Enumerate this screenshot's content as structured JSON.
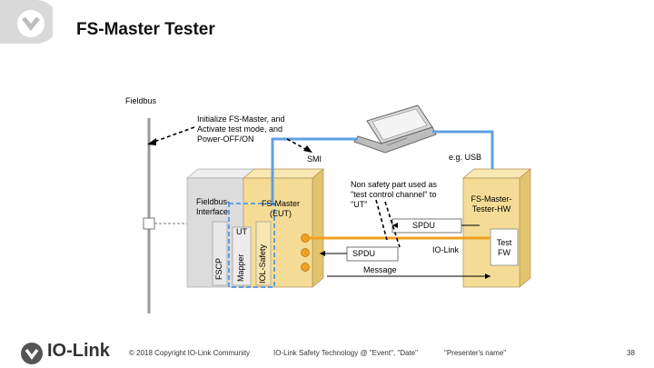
{
  "header": {
    "title": "FS-Master Tester"
  },
  "diagram": {
    "fieldbus_label": "Fieldbus",
    "initialize_note": [
      "Initialize FS-Master, and",
      "Activate test mode, and",
      "Power-OFF/ON"
    ],
    "smi_label": "SMI",
    "usb_label": "e.g. USB",
    "non_safety_note": [
      "Non safety part used as",
      "\"test control channel\" to",
      "\"UT\""
    ],
    "fieldbus_interface_label": [
      "Fieldbus-",
      "Interface"
    ],
    "fs_master_label": [
      "FS-Master",
      "(EUT)"
    ],
    "ut_label": "UT",
    "fscp_label": "FSCP",
    "mapper_label": "Mapper",
    "iol_safety_label": "IOL-Safety",
    "tester_hw_label": [
      "FS-Master-",
      "Tester-HW"
    ],
    "test_fw_label": [
      "Test",
      "FW"
    ],
    "spdu_top_label": "SPDU",
    "spdu_bottom_label": "SPDU",
    "iolink_label": "IO-Link",
    "message_label": "Message",
    "colors": {
      "tan": "#f5dc96",
      "orange": "#f0a020",
      "blue": "#5fa0e0",
      "grey_box": "#dcdcdc"
    }
  },
  "footer": {
    "logo_text": "IO-Link",
    "copyright": "© 2018 Copyright IO-Link Community",
    "event": "IO-Link Safety Technology @ \"Event\", \"Date\"",
    "presenter": "\"Presenter's name\"",
    "page_number": "38"
  }
}
